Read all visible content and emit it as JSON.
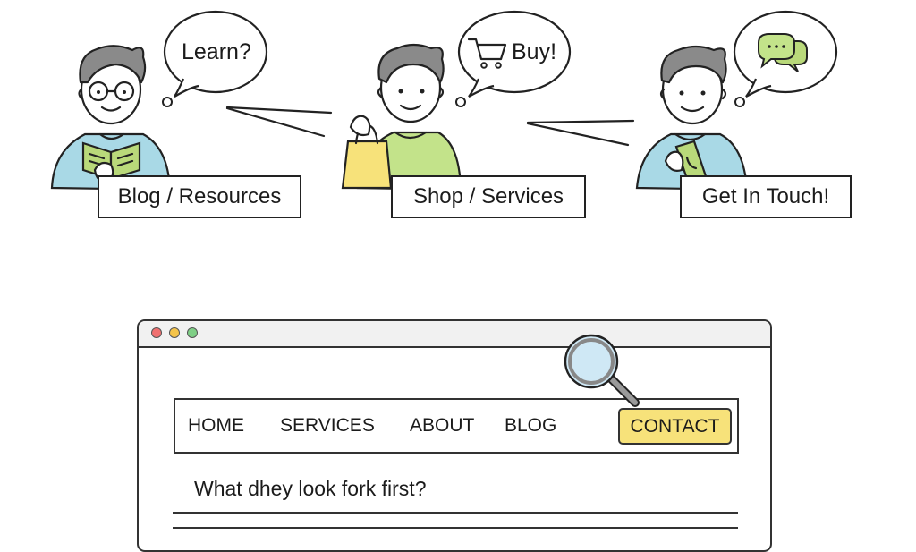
{
  "personas": [
    {
      "thought": "Learn?",
      "label": "Blog / Resources"
    },
    {
      "thought": "Buy!",
      "label": "Shop / Services"
    },
    {
      "thought": "",
      "label": "Get In Touch!"
    }
  ],
  "browser": {
    "nav": [
      "HOME",
      "SERVICES",
      "ABOUT",
      "BLOG"
    ],
    "cta": "CONTACT",
    "question": "What dhey look fork first?"
  },
  "colors": {
    "cta_fill": "#f7e27a",
    "book_green": "#b9d97a",
    "bag_yellow": "#f7e27a",
    "shirt_blue": "#a9d9e6",
    "shirt_green": "#c3e38a",
    "lens_blue": "#cfe8f5",
    "dot_red": "#f07070",
    "dot_yellow": "#f5c44a",
    "dot_green": "#7fcf86"
  },
  "icons": [
    "shopping-cart-icon",
    "chat-bubbles-icon",
    "magnifier-icon",
    "open-book-icon",
    "shopping-bag-icon",
    "phone-icon"
  ]
}
